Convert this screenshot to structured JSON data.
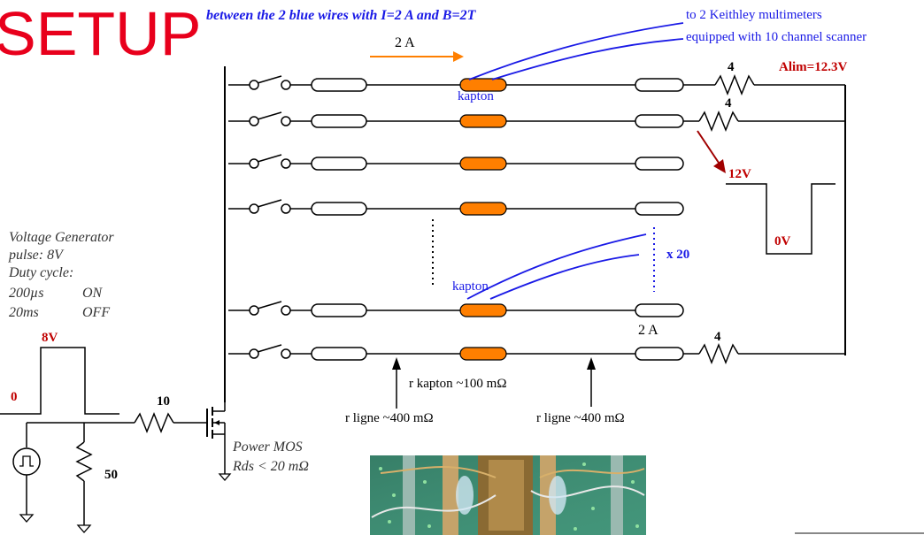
{
  "title": "SETUP",
  "subtitle": "between the 2 blue wires with I=2 A and B=2T",
  "keithley": {
    "line1": "to 2 Keithley multimeters",
    "line2": "equipped with 10 channel scanner"
  },
  "current_top": "2 A",
  "current_bottom": "2 A",
  "kapton_top": "kapton",
  "kapton_bottom": "kapton",
  "x20": "x 20",
  "alim": "Alim=12.3V",
  "res_right": [
    "4",
    "4",
    "4"
  ],
  "pulse_out": {
    "high": "12V",
    "low": "0V"
  },
  "generator": {
    "line1": "Voltage Generator",
    "line2": "pulse: 8V",
    "line3": "Duty cycle:",
    "on_time": "200µs",
    "on_label": "ON",
    "off_time": "20ms",
    "off_label": "OFF"
  },
  "gen_pulse": {
    "high": "8V",
    "low": "0"
  },
  "res_gate": "10",
  "res_load": "50",
  "mos": {
    "line1": "Power MOS",
    "line2": "Rds < 20 mΩ"
  },
  "r_kapton": "r kapton ~100 mΩ",
  "r_ligne_left": "r ligne ~400 mΩ",
  "r_ligne_right": "r ligne ~400 mΩ",
  "colors": {
    "title": "#e8001c",
    "orange": "#ff7f00",
    "blue": "#1a1ae6",
    "red": "#c00000",
    "dark_red": "#a00000"
  }
}
